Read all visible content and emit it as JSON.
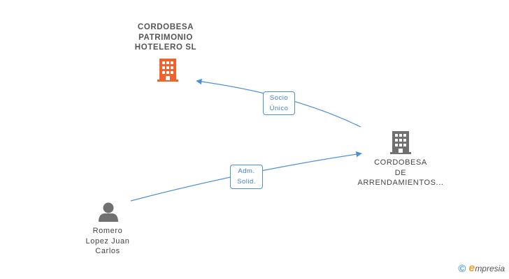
{
  "nodes": {
    "company_main": {
      "label": "CORDOBESA\nPATRIMONIO\nHOTELERO SL",
      "color": "#f0622a",
      "icon": "building-icon"
    },
    "company_other": {
      "label": "CORDOBESA\nDE\nARRENDAMIENTOS...",
      "color": "#707070",
      "icon": "building-icon"
    },
    "person": {
      "label": "Romero\nLopez Juan\nCarlos",
      "color": "#707070",
      "icon": "person-icon"
    }
  },
  "edges": {
    "socio_unico": {
      "label": "Socio\nÚnico",
      "color": "#4a90d9"
    },
    "adm_solid": {
      "label": "Adm.\nSolid.",
      "color": "#4a90d9"
    }
  },
  "brand": {
    "copyright": "©",
    "e": "e",
    "rest": "mpresia"
  }
}
